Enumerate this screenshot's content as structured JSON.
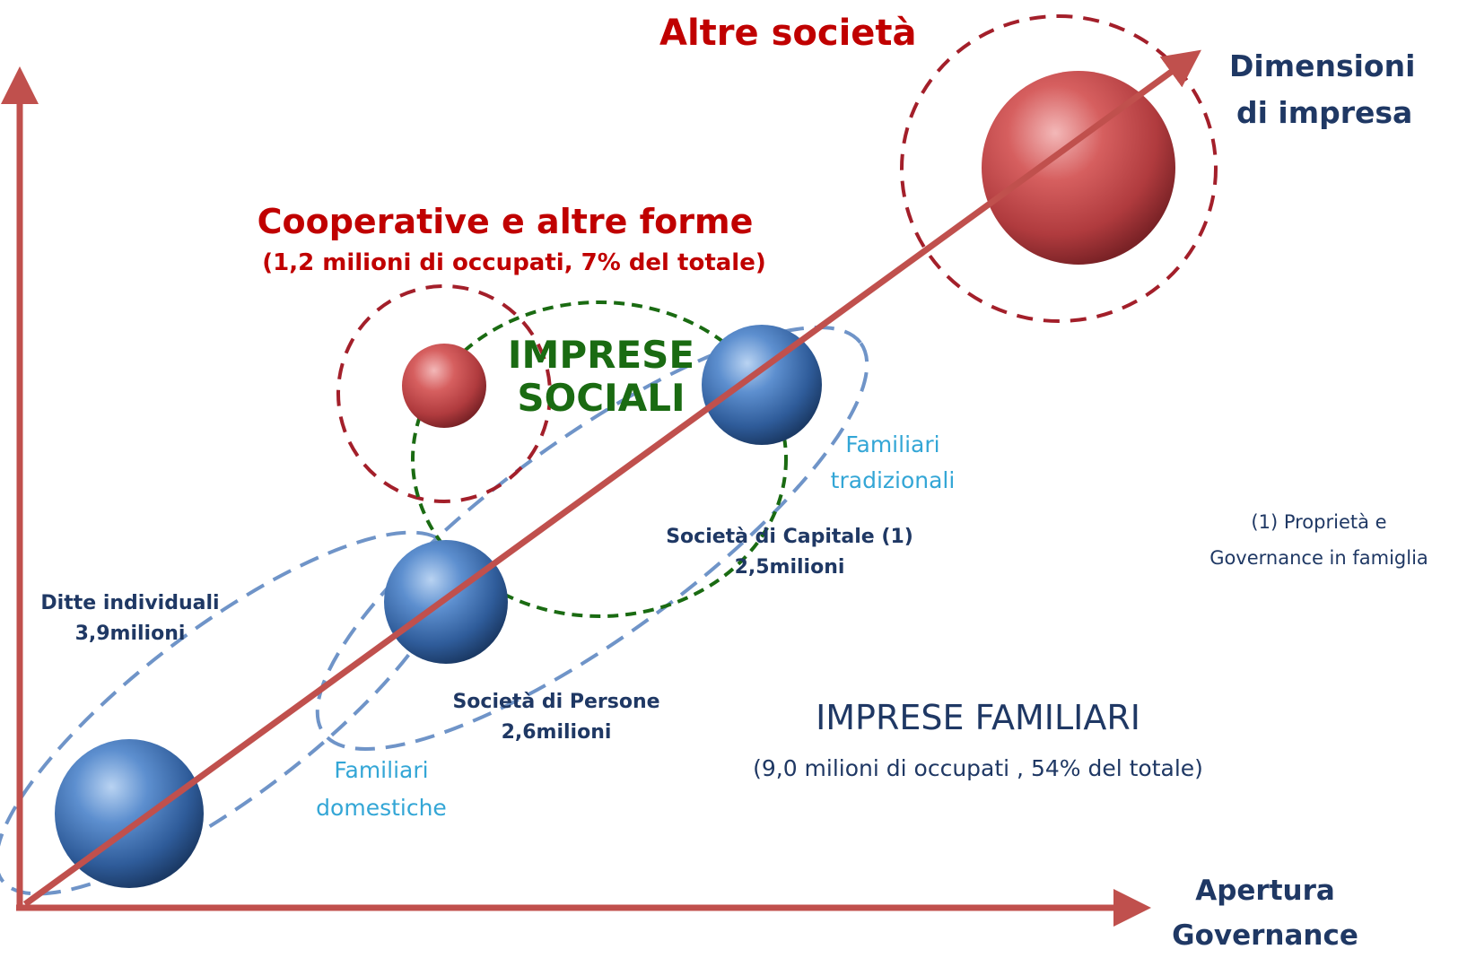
{
  "labels": {
    "altre_societa": "Altre società",
    "cooperative_title": "Cooperative e altre forme",
    "cooperative_sub": "(1,2 milioni di occupati, 7% del totale)",
    "imprese_sociali_l1": "IMPRESE",
    "imprese_sociali_l2": "SOCIALI",
    "dimensioni_l1": "Dimensioni",
    "dimensioni_l2": "di impresa",
    "familiari_tradizionali_l1": "Familiari",
    "familiari_tradizionali_l2": "tradizionali",
    "capitale_l1": "Società di Capitale (1)",
    "capitale_l2": "2,5milioni",
    "nota_l1": "(1) Proprietà e",
    "nota_l2": "Governance in famiglia",
    "ditte_l1": "Ditte individuali",
    "ditte_l2": "3,9milioni",
    "persone_l1": "Società di Persone",
    "persone_l2": "2,6milioni",
    "imprese_familiari": "IMPRESE FAMILIARI",
    "imprese_familiari_sub": "(9,0 milioni di occupati , 54% del totale)",
    "familiari_domestiche_l1": "Familiari",
    "familiari_domestiche_l2": "domestiche",
    "apertura_l1": "Apertura",
    "apertura_l2": "Governance"
  },
  "colors": {
    "axis": "#c0504d",
    "red_dash": "#a31f2a",
    "blue_dash": "#6f94c8",
    "green_dash": "#1a6b12",
    "sphere_blue": "#3f6fb0",
    "sphere_red": "#c0504d"
  }
}
